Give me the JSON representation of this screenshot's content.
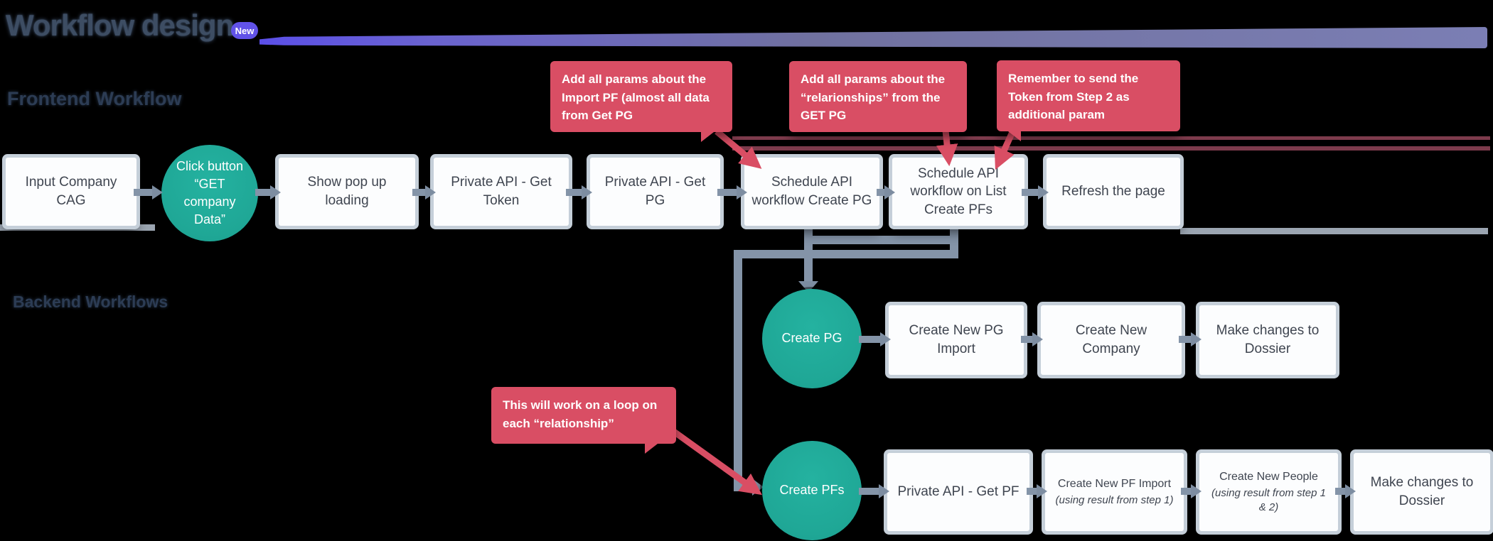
{
  "header": {
    "title": "Workflow design",
    "badge": "New"
  },
  "sections": {
    "frontend": "Frontend Workflow",
    "backend": "Backend Workflows"
  },
  "colors": {
    "background": "#000000",
    "accent_purple": "#6152E8",
    "accent_bar_gradient_end": "#7B7EB4",
    "node_fill": "#FCFDFE",
    "node_border": "#C5CFD9",
    "node_text": "#3F4550",
    "circle_teal": "#1FA796",
    "note_red": "#D94E64",
    "connector_gray": "#8494A8",
    "wrap_line_gray": "#B6C2D0",
    "wrap_line_maroon": "#9C4A5F",
    "title_slate": "#3D4D63"
  },
  "frontend_flow": {
    "nodes": [
      {
        "type": "box",
        "label": "Input Company CAG"
      },
      {
        "type": "circle",
        "label": "Click button “GET company Data”"
      },
      {
        "type": "box",
        "label": "Show pop up loading"
      },
      {
        "type": "box",
        "label": "Private API - Get Token"
      },
      {
        "type": "box",
        "label": "Private API - Get PG"
      },
      {
        "type": "box",
        "label": "Schedule API workflow Create PG"
      },
      {
        "type": "box",
        "label": "Schedule API workflow on List Create PFs"
      },
      {
        "type": "box",
        "label": "Refresh the page"
      }
    ]
  },
  "pg_flow": {
    "nodes": [
      {
        "type": "circle",
        "label": "Create PG"
      },
      {
        "type": "box",
        "label": "Create New PG Import"
      },
      {
        "type": "box",
        "label": "Create New Company"
      },
      {
        "type": "box",
        "label": "Make changes to Dossier"
      }
    ]
  },
  "pf_flow": {
    "nodes": [
      {
        "type": "circle",
        "label": "Create PFs"
      },
      {
        "type": "box",
        "label": "Private API - Get PF"
      },
      {
        "type": "box",
        "label": "Create New PF Import",
        "sublabel": "(using result from step 1)"
      },
      {
        "type": "box",
        "label": "Create New People",
        "sublabel": "(using result from step 1 & 2)"
      },
      {
        "type": "box",
        "label": "Make changes to Dossier"
      }
    ]
  },
  "notes": [
    {
      "text": "Add all params about the Import PF (almost all data from Get PG"
    },
    {
      "text": "Add all params about the “relarionships” from the GET PG"
    },
    {
      "text": "Remember to send the Token from Step 2 as additional param"
    },
    {
      "text": "This will work on a loop on each “relationship”"
    }
  ]
}
